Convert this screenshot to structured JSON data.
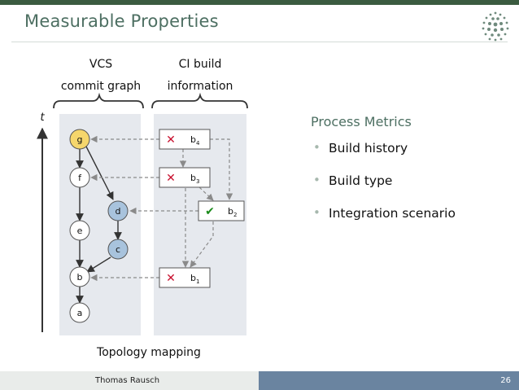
{
  "slide": {
    "title": "Measurable Properties",
    "author": "Thomas Rausch",
    "page_number": "26"
  },
  "diagram": {
    "vcs_label_line1": "VCS",
    "vcs_label_line2": "commit graph",
    "ci_label_line1": "CI build",
    "ci_label_line2": "information",
    "axis_label": "t",
    "caption": "Topology mapping",
    "commits": [
      {
        "id": "g",
        "label": "g",
        "fill": "#f5d66c"
      },
      {
        "id": "f",
        "label": "f",
        "fill": "#ffffff"
      },
      {
        "id": "e",
        "label": "e",
        "fill": "#ffffff"
      },
      {
        "id": "d",
        "label": "d",
        "fill": "#a8c3dd"
      },
      {
        "id": "c",
        "label": "c",
        "fill": "#a8c3dd"
      },
      {
        "id": "b",
        "label": "b",
        "fill": "#ffffff"
      },
      {
        "id": "a",
        "label": "a",
        "fill": "#ffffff"
      }
    ],
    "builds": [
      {
        "label": "b",
        "sub": "4",
        "status": "failed"
      },
      {
        "label": "b",
        "sub": "3",
        "status": "failed"
      },
      {
        "label": "b",
        "sub": "2",
        "status": "passed"
      },
      {
        "label": "b",
        "sub": "1",
        "status": "failed"
      }
    ],
    "colors": {
      "failed": "#c8102e",
      "passed": "#1a8a1a",
      "panel": "#e6e9ee",
      "arrow": "#333333",
      "dashed": "#8a8a8a"
    }
  },
  "metrics": {
    "title": "Process Metrics",
    "items": [
      "Build history",
      "Build type",
      "Integration scenario"
    ]
  }
}
